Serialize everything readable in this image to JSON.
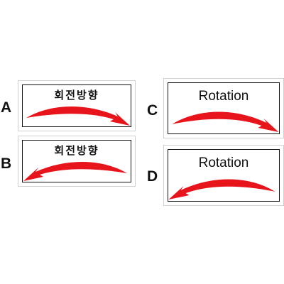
{
  "signs": [
    {
      "letter": "A",
      "title": "회전방향",
      "direction": "right"
    },
    {
      "letter": "B",
      "title": "회전방향",
      "direction": "left"
    },
    {
      "letter": "C",
      "title": "Rotation",
      "direction": "right"
    },
    {
      "letter": "D",
      "title": "Rotation",
      "direction": "left"
    }
  ],
  "colors": {
    "arrow": "#e8141c",
    "border": "#111111",
    "background": "#ffffff"
  }
}
